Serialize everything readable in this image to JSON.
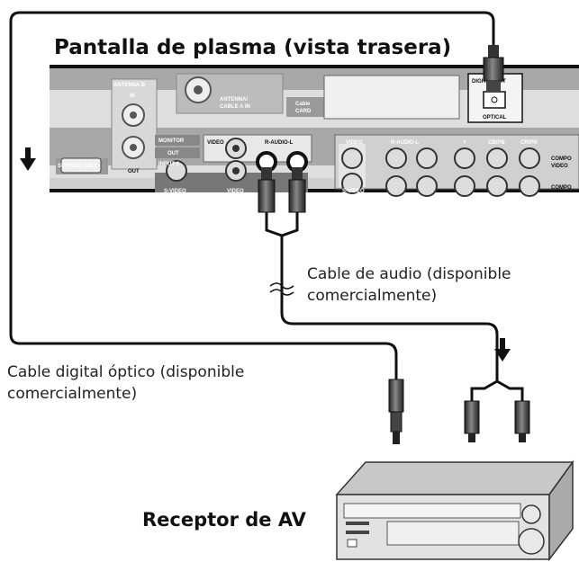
{
  "title": "Pantalla de plasma (vista trasera)",
  "receiver_label": "Receptor de AV",
  "audio_cable_caption": "Cable de audio (disponible\ncomercialmente)",
  "optical_cable_caption": "Cable digital óptico (disponible\ncomercialmente)",
  "panel_labels": {
    "antenna_b": "ANTENNA B",
    "in": "IN",
    "out": "OUT",
    "antenna_cable_a_in_1": "ANTENNA/",
    "antenna_cable_a_in_2": "CABLE A IN",
    "cable": "Cable",
    "card": "CARD",
    "digital_out": "DIGITAL OUT",
    "optical": "OPTICAL",
    "service_only": "SERVICE ONLY",
    "monitor": "MONITOR",
    "monitor_out": "OUT",
    "input_2": "INPUT 2",
    "video": "VIDEO",
    "r_audio_l": "R-AUDIO-L",
    "s_video": "S-VIDEO",
    "y": "Y",
    "cb_pb": "CB/PB",
    "cr_pr": "CR/PR",
    "compo_video_1": "COMPO",
    "compo_video_2": "VIDEO"
  },
  "colors": {
    "panel_dark": "#9a9a9a",
    "panel_light": "#dcdcdc",
    "line": "#111111"
  }
}
